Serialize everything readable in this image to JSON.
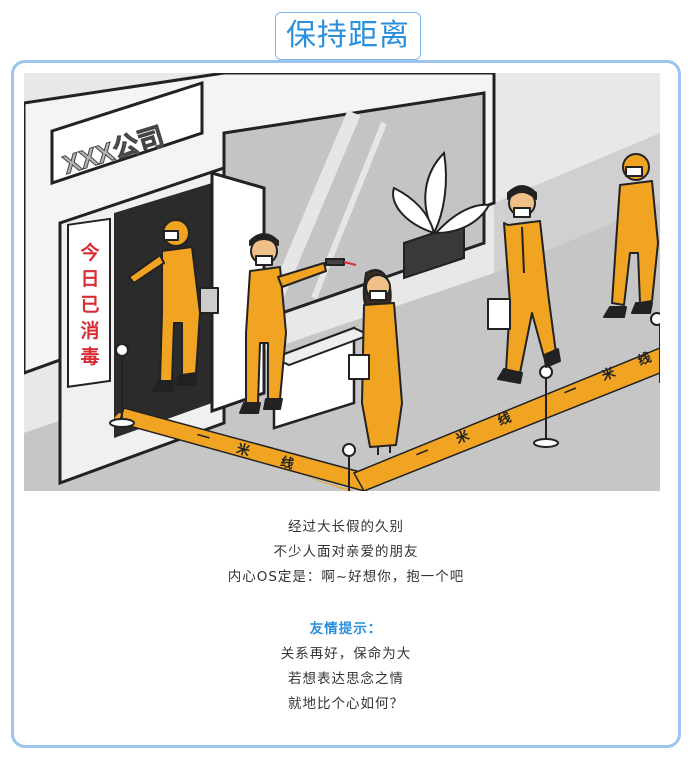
{
  "header": {
    "title": "保持距离"
  },
  "illustration": {
    "company_sign": "XXX公司",
    "door_sign": [
      "今",
      "日",
      "已",
      "消",
      "毒"
    ],
    "tape_chars": [
      "一",
      "米",
      "线"
    ],
    "colors": {
      "orange": "#f0a422",
      "dark": "#222222",
      "gray": "#b8b8b8",
      "floor": "#cfcfcf"
    }
  },
  "body": {
    "lines": [
      "经过大长假的久别",
      "不少人面对亲爱的朋友",
      "内心OS定是：啊~好想你，抱一个吧"
    ],
    "tip_title": "友情提示：",
    "tip_lines": [
      "关系再好，保命为大",
      "若想表达思念之情",
      "就地比个心如何？"
    ]
  }
}
